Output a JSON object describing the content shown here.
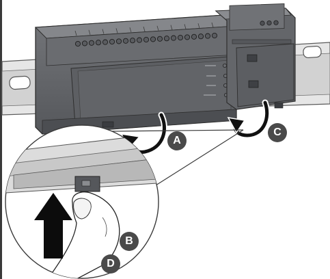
{
  "callouts": {
    "a": "A",
    "b": "B",
    "c": "C",
    "d": "D"
  },
  "colors": {
    "background": "#ffffff",
    "frame": "#3a3a3a",
    "rail": "#dcdcdc",
    "housing_dark": "#5e6064",
    "housing_mid": "#6c6e72",
    "housing_light": "#8a8c90",
    "callout": "#4a4a4a",
    "arrow": "#111111"
  },
  "icons": [
    "din-rail",
    "device-housing",
    "terminal-block",
    "status-leds",
    "release-clip",
    "rotation-arrow",
    "push-arrow",
    "finger"
  ]
}
